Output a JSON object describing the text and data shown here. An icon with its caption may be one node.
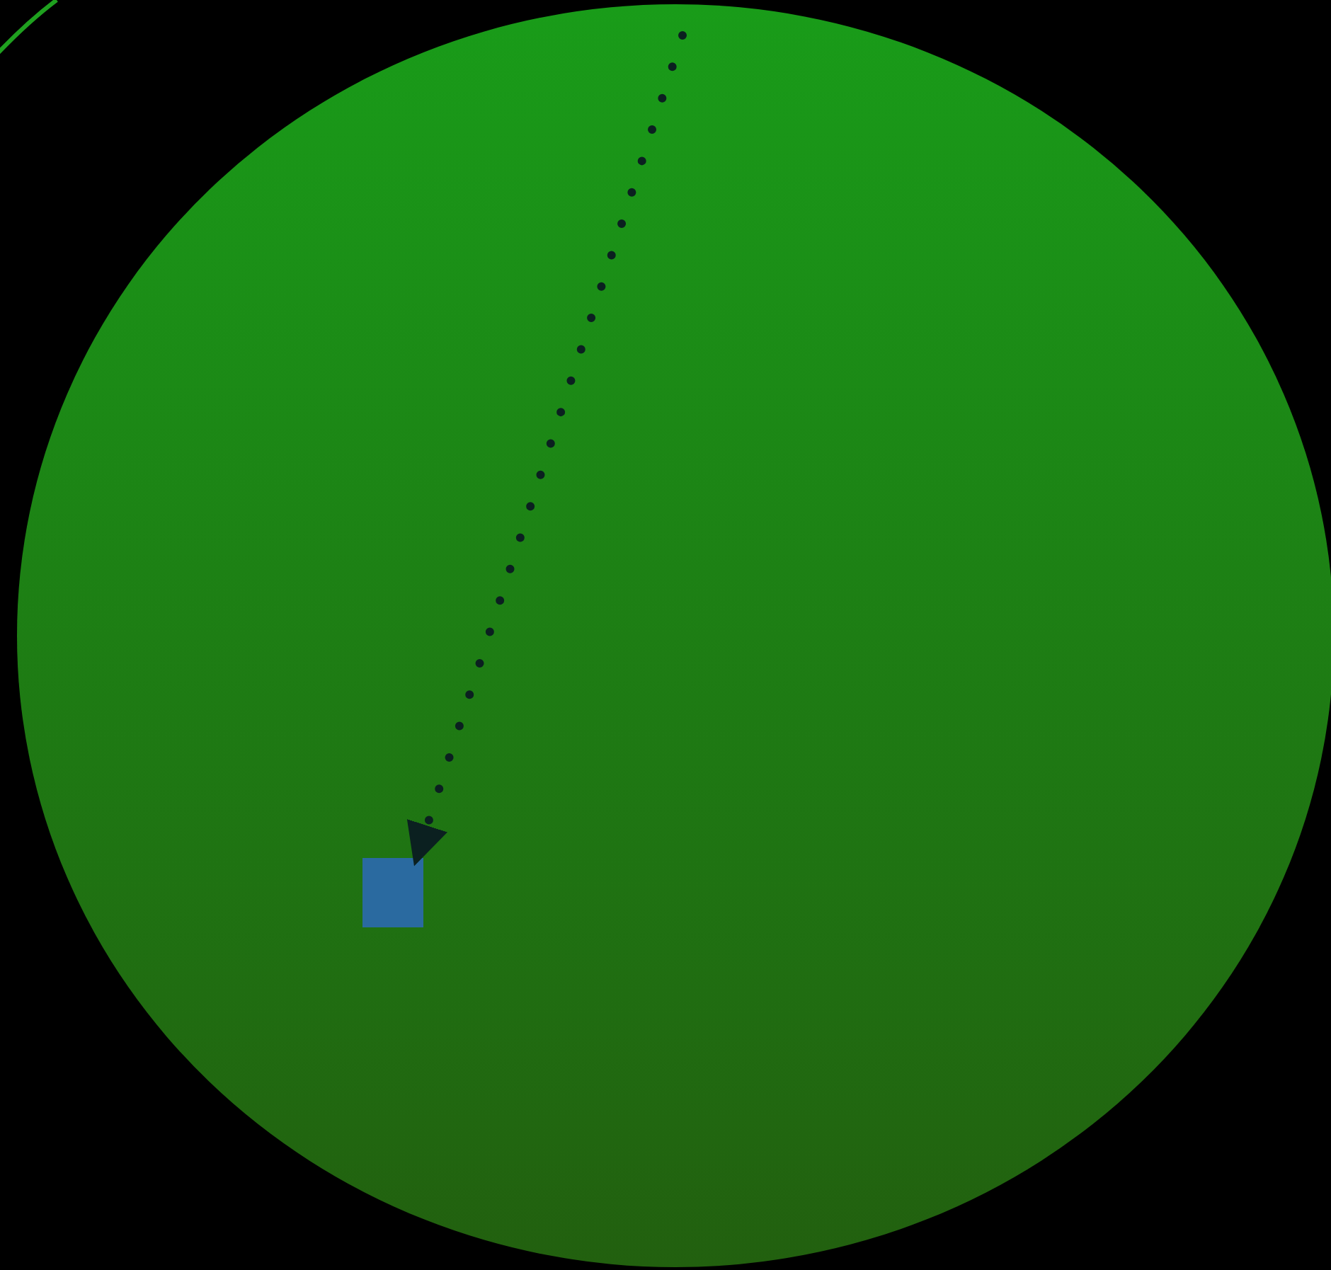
{
  "diagram": {
    "nodes": [
      {
        "text": [],
        "shape": "circle"
      },
      {
        "text": [],
        "shape": "box",
        "in": 0
      }
    ],
    "edges": [
      {
        "from": null,
        "to": 1,
        "arrow": "to",
        "style": "dashed"
      }
    ]
  }
}
